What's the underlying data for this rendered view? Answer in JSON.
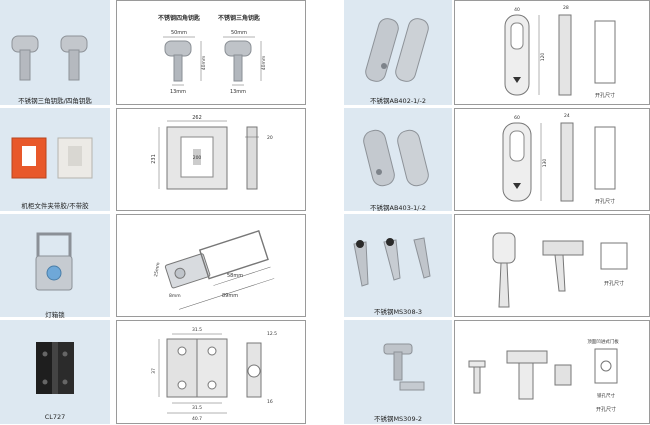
{
  "products": [
    {
      "caption": "不锈钢三角钥匙/四角钥匙",
      "drawing": {
        "title_left": "不锈钢四角钥匙",
        "title_right": "不锈钢三角钥匙",
        "width_left": "50mm",
        "width_right": "50mm",
        "height_left": "40mm",
        "height_right": "40mm",
        "bottom_left": "13mm",
        "bottom_right": "13mm"
      }
    },
    {
      "caption": "机柜文件夹带胶/不带胶",
      "drawing": {
        "dim_width": "262",
        "dim_height": "231",
        "dim_center": "200",
        "dim_side": "20"
      }
    },
    {
      "caption": "灯箱锁",
      "drawing": {
        "dim_a": "58mm",
        "dim_b": "89mm",
        "dim_c": "25mm",
        "dim_d": "8mm"
      }
    },
    {
      "caption": "CL727",
      "drawing": {
        "dim_top": "31.5",
        "dim_bottom_a": "31.5",
        "dim_bottom_b": "40.7",
        "dim_left": "37",
        "dim_side_a": "12.5",
        "dim_side_b": "16"
      }
    },
    {
      "caption": "不锈钢AB402-1/-2",
      "drawing": {
        "note": "开孔尺寸",
        "dim_top": "40",
        "dim_height": "120",
        "dim_side": "28"
      }
    },
    {
      "caption": "不锈钢AB403-1/-2",
      "drawing": {
        "note": "开孔尺寸",
        "dim_top": "60",
        "dim_height": "130",
        "dim_side": "24"
      }
    },
    {
      "caption": "不锈钢MS308-3",
      "drawing": {
        "note": "开孔尺寸"
      }
    },
    {
      "caption": "不锈钢MS309-2",
      "drawing": {
        "note": "开孔尺寸",
        "label_a": "顶面凹进式门板",
        "label_b": "锁孔尺寸"
      }
    }
  ],
  "colors": {
    "photo_bg": "#dde8f1",
    "border": "#9a9a9a",
    "metal": "#b9bec4",
    "accent_orange": "#e8582a"
  }
}
